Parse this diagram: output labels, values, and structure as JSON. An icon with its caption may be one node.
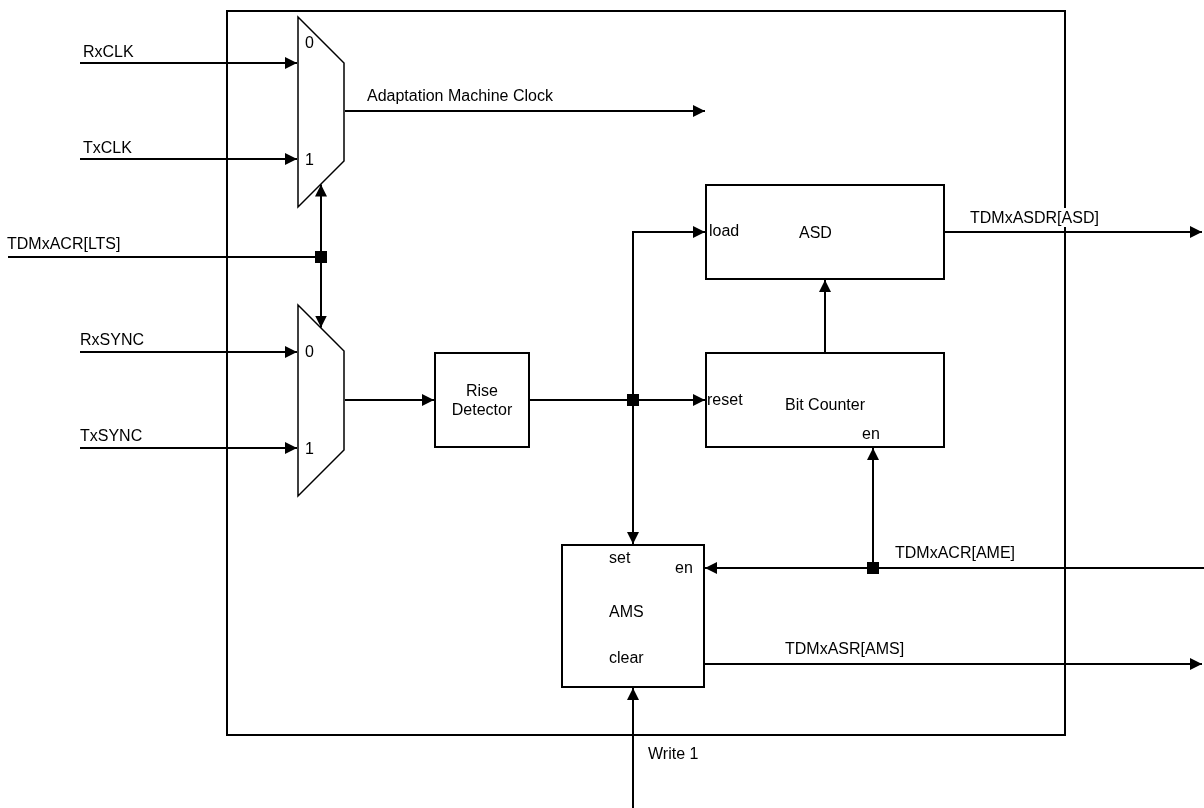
{
  "diagram": {
    "nodes": [
      {
        "text": [],
        "shape": "box"
      },
      {
        "text": [
          "0",
          "1"
        ],
        "in": 0
      },
      {
        "text": [
          "0",
          "1"
        ],
        "in": 0
      },
      {
        "text": [
          "Rise Detector"
        ],
        "in": 0
      },
      {
        "text": [
          "load",
          "ASD"
        ],
        "in": 0
      },
      {
        "text": [
          "reset",
          "Bit Counter",
          "en"
        ],
        "in": 0
      },
      {
        "text": [
          "set",
          "en",
          "AMS",
          "clear"
        ],
        "in": 0
      }
    ],
    "edges": [
      {
        "from": null,
        "to": 1,
        "arrow": "to",
        "label": "RxCLK"
      },
      {
        "from": null,
        "to": 1,
        "arrow": "to",
        "label": "TxCLK"
      },
      {
        "from": null,
        "to": 1,
        "arrow": "to",
        "label": "TDMxACR[LTS]"
      },
      {
        "from": null,
        "to": 2,
        "arrow": "to"
      },
      {
        "from": null,
        "to": 2,
        "arrow": "to",
        "label": "RxSYNC"
      },
      {
        "from": null,
        "to": 2,
        "arrow": "to",
        "label": "TxSYNC"
      },
      {
        "from": 1,
        "to": null,
        "arrow": "to",
        "label": "Adaptation Machine Clock"
      },
      {
        "from": 2,
        "to": 3,
        "arrow": "to"
      },
      {
        "from": 3,
        "to": 4,
        "arrow": "to"
      },
      {
        "from": 3,
        "to": 5,
        "arrow": "to"
      },
      {
        "from": 3,
        "to": 6,
        "arrow": "to"
      },
      {
        "from": 5,
        "to": 4,
        "arrow": "to"
      },
      {
        "from": 4,
        "to": null,
        "arrow": "to",
        "label": "TDMxASDR[ASD]"
      },
      {
        "from": null,
        "to": 6,
        "arrow": "to",
        "label": "TDMxACR[AME]"
      },
      {
        "from": null,
        "to": 5,
        "arrow": "to"
      },
      {
        "from": 6,
        "to": null,
        "arrow": "to",
        "label": "TDMxASR[AMS]"
      },
      {
        "from": null,
        "to": 6,
        "arrow": "to",
        "label": "Write 1"
      }
    ]
  }
}
